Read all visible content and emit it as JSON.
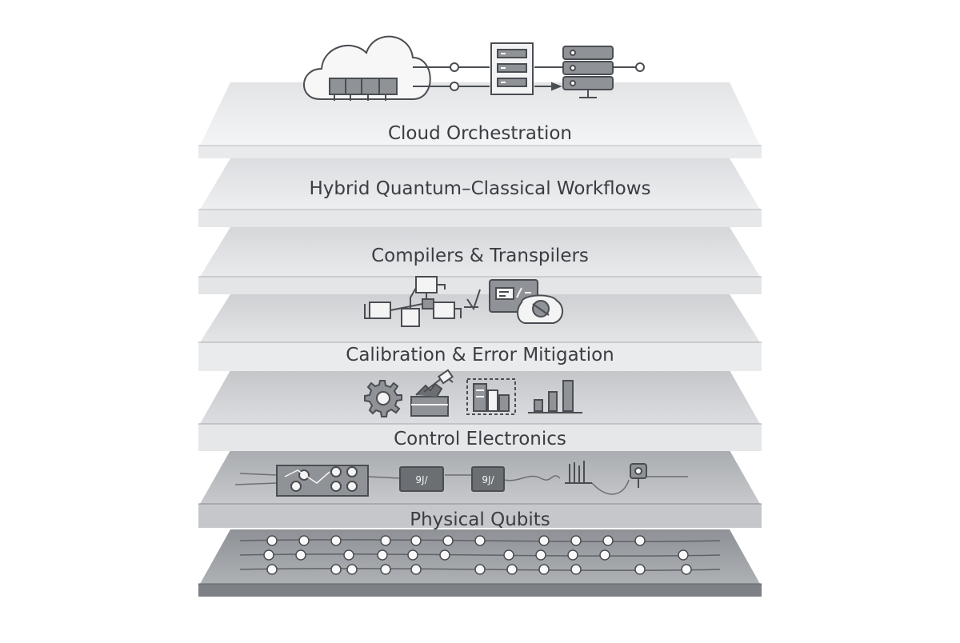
{
  "layers": [
    {
      "label": "Cloud Orchestration"
    },
    {
      "label": "Hybrid Quantum–Classical Workflows"
    },
    {
      "label": "Compilers & Transpilers"
    },
    {
      "label": "Calibration & Error Mitigation"
    },
    {
      "label": "Control Electronics"
    },
    {
      "label": "Physical Qubits"
    }
  ],
  "colors": {
    "stroke": "#4a4d52",
    "icon_fill": "#8f9297",
    "icon_dark": "#6b6e73",
    "slab_top_light": "#f1f2f3",
    "slab_top_dark": "#8a8d91"
  },
  "icons": [
    "cloud-icon",
    "server-list-icon",
    "server-stack-icon",
    "flowchart-icon",
    "code-window-icon",
    "gear-icon",
    "toolbox-icon",
    "bar-chart-icon",
    "chip-icon",
    "waveform-icon",
    "qubit-grid-icon"
  ]
}
